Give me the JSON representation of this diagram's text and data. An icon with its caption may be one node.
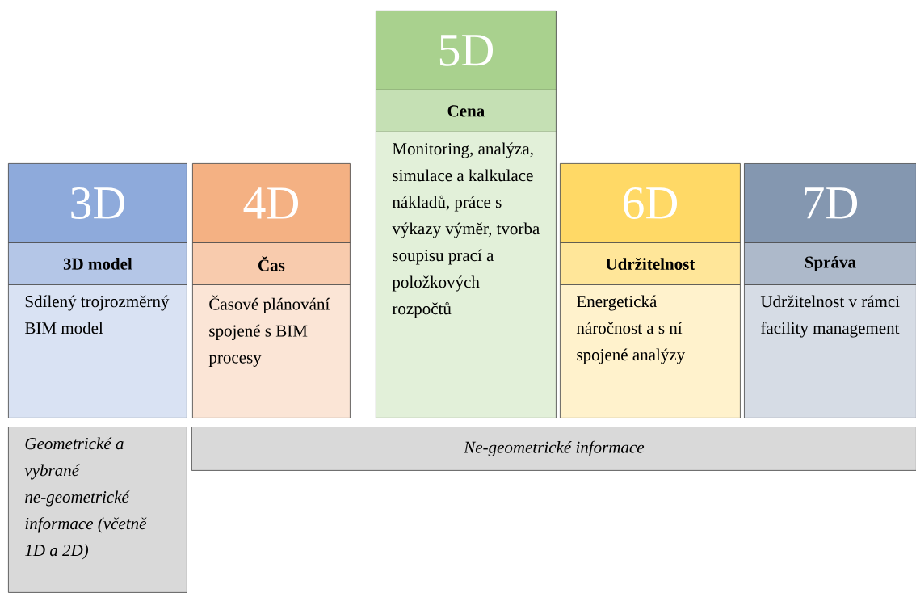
{
  "diagram": {
    "nodes": [
      {
        "text": [
          "3D"
        ]
      },
      {
        "text": [
          "3D model"
        ]
      },
      {
        "text": [
          "Sdílený trojrozměrný BIM model"
        ]
      },
      {
        "text": [
          "4D"
        ]
      },
      {
        "text": [
          "Čas"
        ]
      },
      {
        "text": [
          "Časové plánování spojené s BIM procesy"
        ]
      },
      {
        "text": [
          "5D"
        ]
      },
      {
        "text": [
          "Cena"
        ]
      },
      {
        "text": [
          "Monitoring, analýza, simulace a kalkulace nákladů, práce s výkazy výměr, tvorba soupisu prací a položkových rozpočtů"
        ]
      },
      {
        "text": [
          "6D"
        ]
      },
      {
        "text": [
          "Udržitelnost"
        ]
      },
      {
        "text": [
          "Energetická náročnost a s ní spojené analýzy"
        ]
      },
      {
        "text": [
          "7D"
        ]
      },
      {
        "text": [
          "Správa"
        ]
      },
      {
        "text": [
          "Udržitelnost v rámci facility management"
        ]
      },
      {
        "text": [
          "Geometrické a vybrané ne-geometrické informace (včetně 1D a 2D)"
        ]
      },
      {
        "text": [
          "Ne-geometrické informace"
        ]
      }
    ]
  }
}
